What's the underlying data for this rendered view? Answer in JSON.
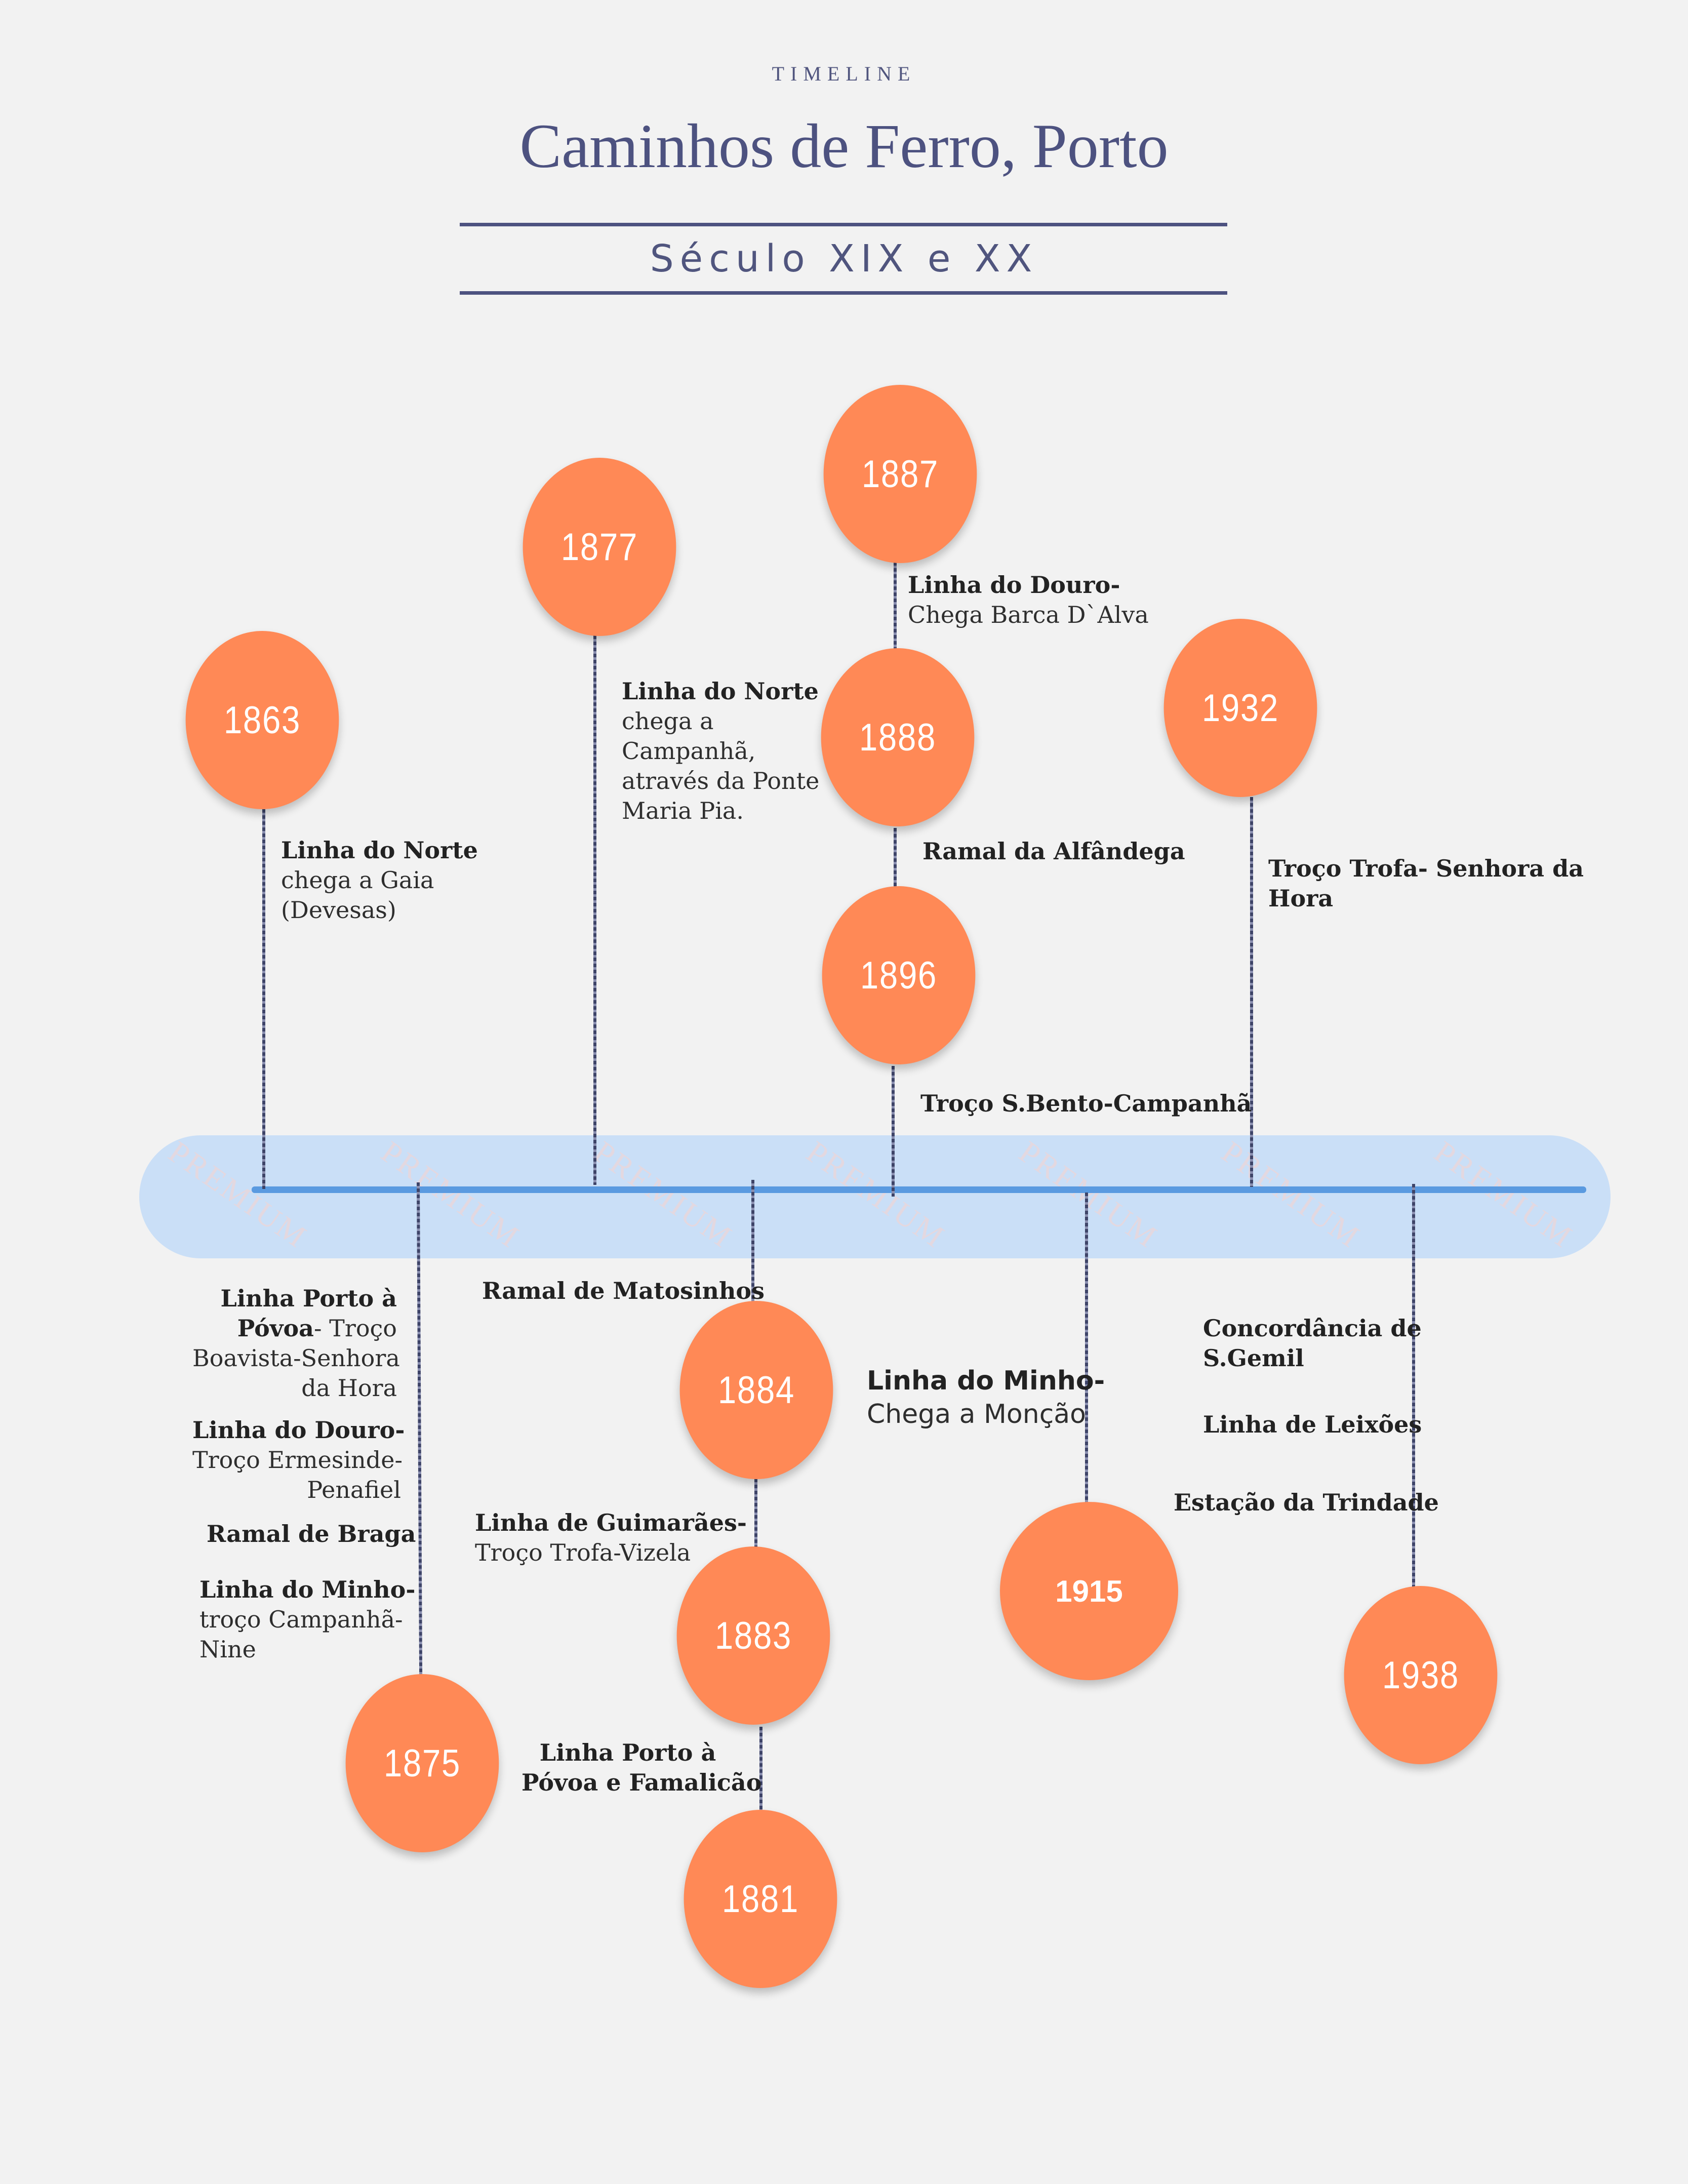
{
  "header": {
    "eyebrow": "TIMELINE",
    "title": "Caminhos de Ferro, Porto",
    "subtitle": "Século XIX e XX"
  },
  "watermark": "PREMIUM",
  "colors": {
    "circle": "#ff8956",
    "axis_band": "#cadff7",
    "axis_line": "#5a9ae0",
    "heading": "#4d5280"
  },
  "events": {
    "e1863": {
      "year": "1863",
      "title": "Linha do Norte",
      "l1": "chega a Gaia",
      "l2": "(Devesas)"
    },
    "e1877": {
      "year": "1877",
      "title": "Linha do Norte",
      "l1": "chega a",
      "l2": "Campanhã,",
      "l3": "através da Ponte",
      "l4": "Maria Pia."
    },
    "e1887": {
      "year": "1887",
      "title": "Linha do Douro-",
      "l1": "Chega Barca D`Alva"
    },
    "e1888": {
      "year": "1888",
      "title": "Ramal da Alfândega"
    },
    "e1896": {
      "year": "1896",
      "title": "Troço S.Bento-Campanhã"
    },
    "e1932": {
      "year": "1932",
      "l1": "Troço Trofa- Senhora da",
      "l2": "Hora"
    },
    "e1875": {
      "year": "1875",
      "a_title": "Linha  Porto à",
      "a_title2": "Póvoa",
      "a_rest": "- Troço",
      "a_l3": "Boavista-Senhora",
      "a_l4": "da Hora",
      "b_title": "Linha do Douro-",
      "b_l2": "Troço Ermesinde-",
      "b_l3": "Penafiel",
      "c_title": "Ramal de Braga",
      "d_title": "Linha do Minho-",
      "d_l2": "troço Campanhã-",
      "d_l3": "Nine"
    },
    "e1884": {
      "year": "1884",
      "above": "Ramal de Matosinhos",
      "title": "Linha do Minho-",
      "l1": "Chega a Monção"
    },
    "e1883": {
      "year": "1883",
      "title": "Linha de Guimarães-",
      "l1": "Troço Trofa-Vizela"
    },
    "e1881": {
      "year": "1881",
      "l1": "Linha Porto à",
      "l2": "Póvoa e Famalicão"
    },
    "e1915": {
      "year": "1915"
    },
    "e1938": {
      "year": "1938",
      "a1": "Concordância de",
      "a2": "S.Gemil",
      "b": "Linha de Leixões",
      "c": "Estação da Trindade"
    }
  }
}
